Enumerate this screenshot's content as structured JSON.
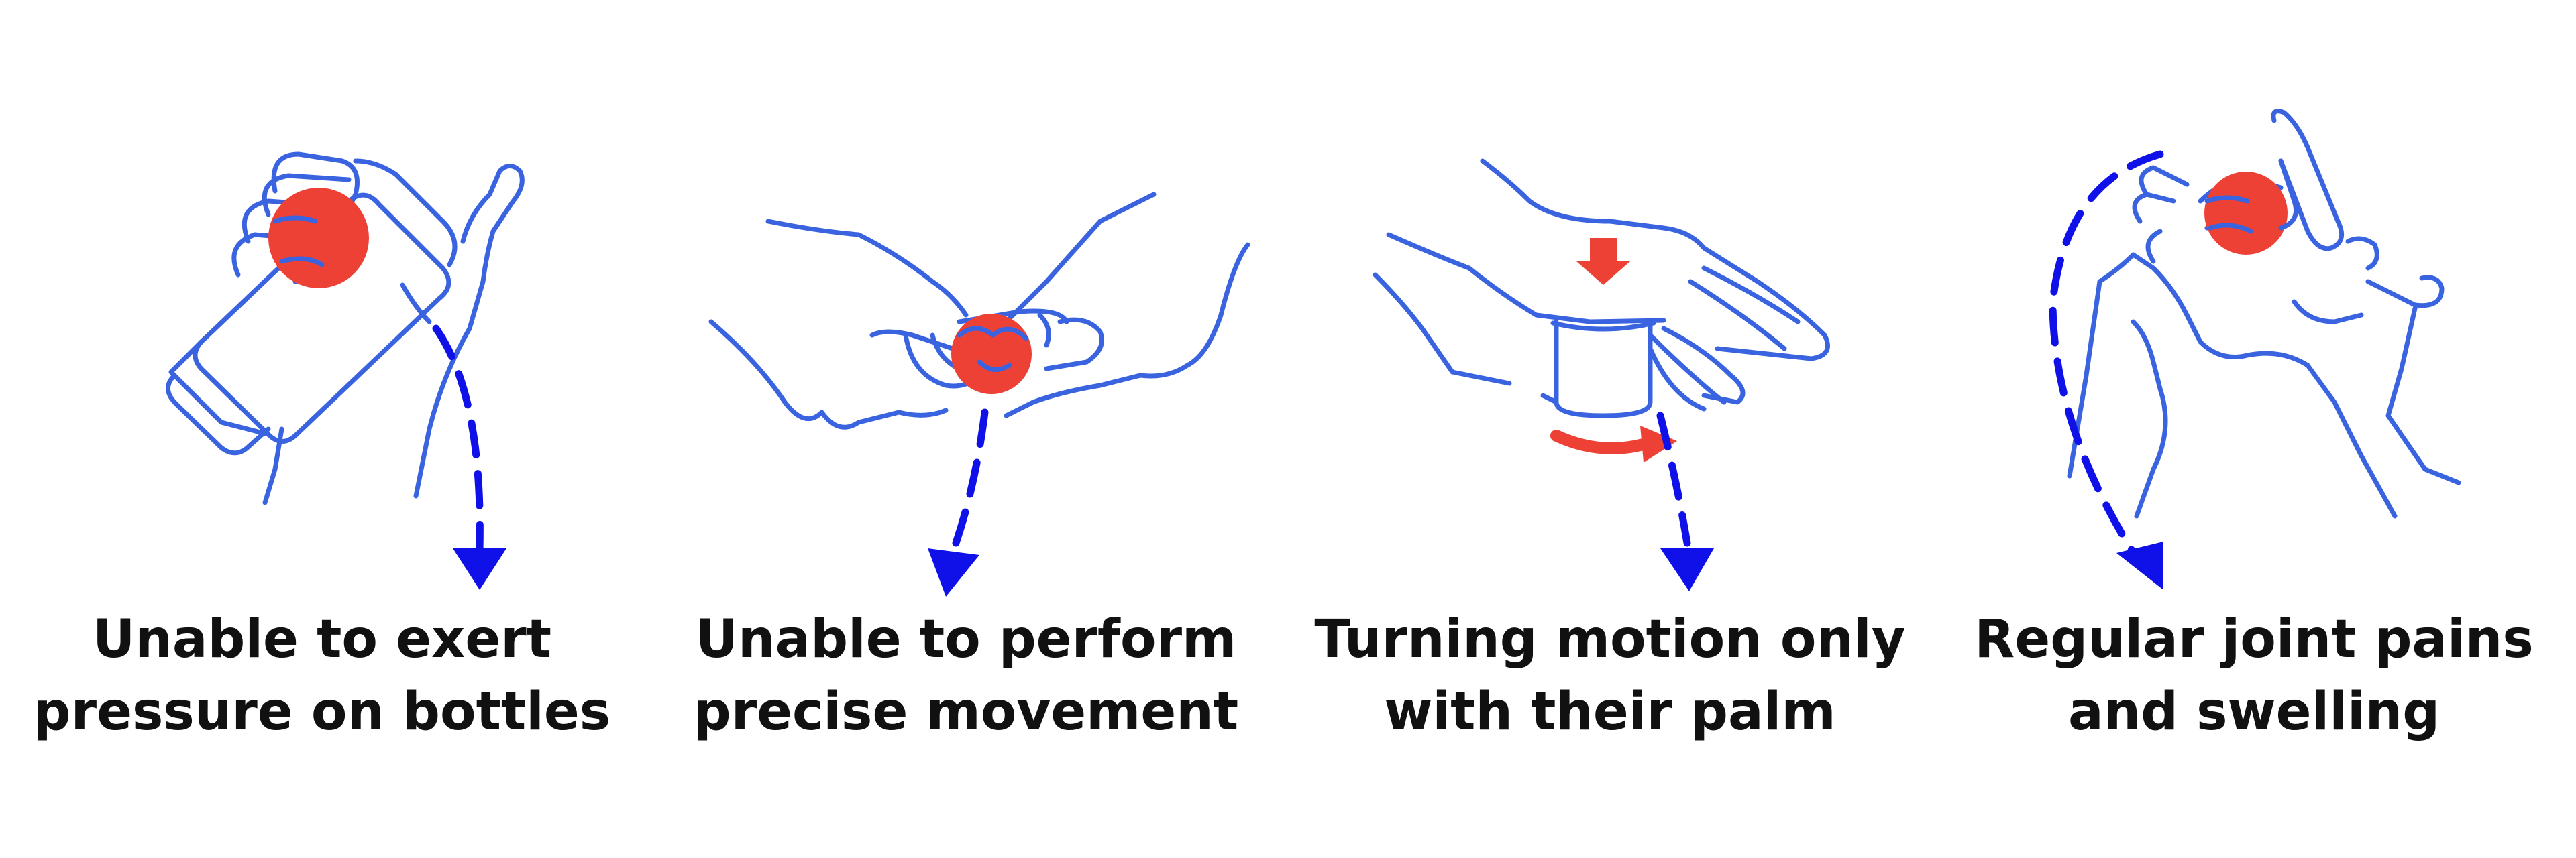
{
  "colors": {
    "line": "#3a63e0",
    "arrow": "#1010e8",
    "pain": "#ee4136",
    "text": "#111111"
  },
  "panels": [
    {
      "icon": "hand-gripping-bottle-icon",
      "caption_line1": "Unable to exert",
      "caption_line2": "pressure on bottles"
    },
    {
      "icon": "hands-pinching-icon",
      "caption_line1": "Unable to perform",
      "caption_line2": "precise movement"
    },
    {
      "icon": "palm-turning-cap-icon",
      "caption_line1": "Turning motion only",
      "caption_line2": "with their palm"
    },
    {
      "icon": "hand-with-sore-finger-icon",
      "caption_line1": "Regular joint pains",
      "caption_line2": "and swelling"
    }
  ]
}
